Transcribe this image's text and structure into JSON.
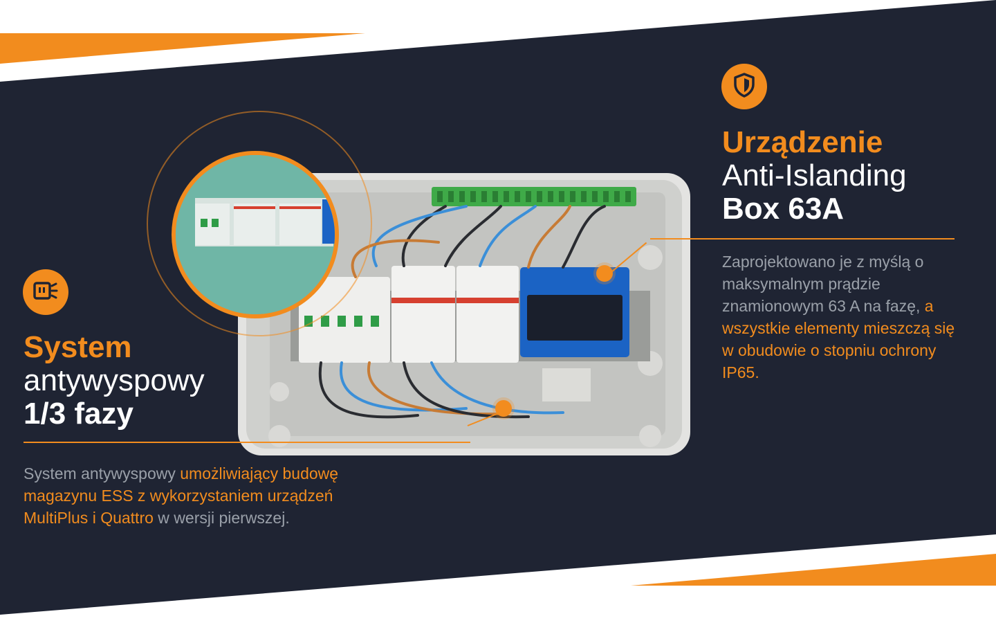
{
  "colors": {
    "navy": "#1f2433",
    "accent": "#f28c1e",
    "muted_text": "#9aa0a9",
    "heading_white": "#ffffff"
  },
  "left_block": {
    "icon": "switch-plug-icon",
    "title_accent": "System",
    "title_regular": "antywyspowy",
    "title_bold": "1/3 fazy",
    "desc_part1": "System antywyspowy ",
    "desc_highlight": "umożliwiający budowę magazynu ESS z wykorzystaniem urządzeń MultiPlus i Quattro",
    "desc_part2": " w wersji pierwszej."
  },
  "right_block": {
    "icon": "shield-icon",
    "title_accent": "Urządzenie",
    "title_regular": "Anti-Islanding",
    "title_bold": "Box 63A",
    "desc_part1": "Zaprojektowano je z myślą o maksymalnym prądzie znamionowym 63 A na fazę, ",
    "desc_highlight": "a wszystkie elementy mieszczą się w obudowie o stopniu ochrony IP65."
  }
}
